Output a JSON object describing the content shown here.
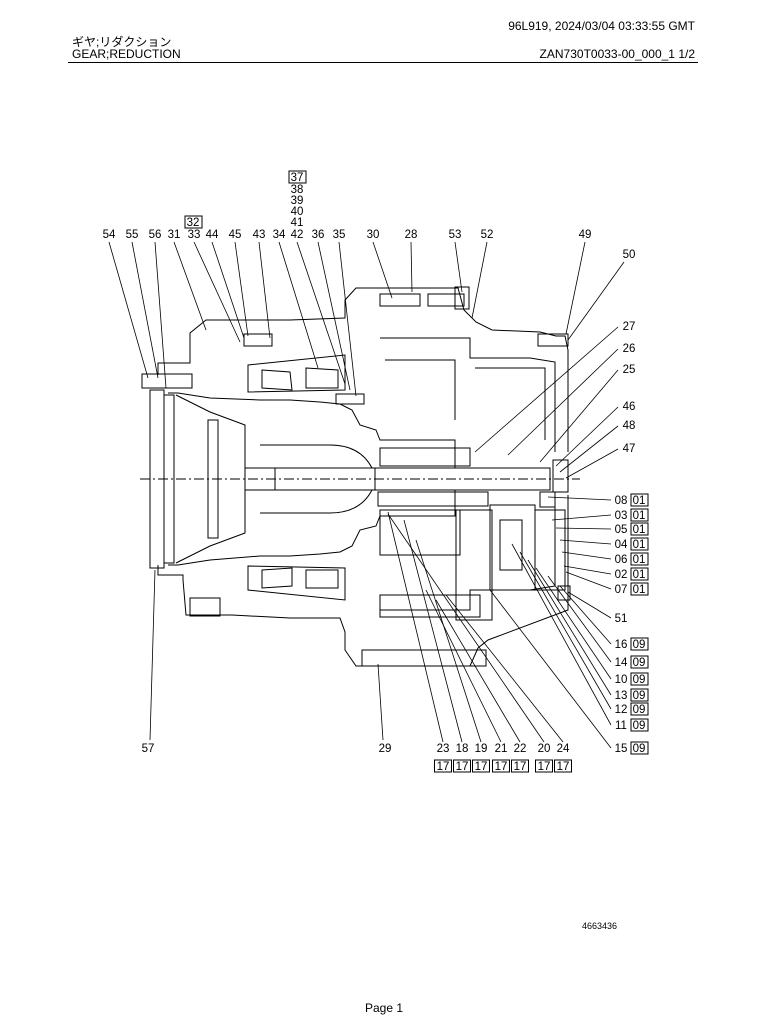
{
  "header": {
    "meta": "96L919, 2024/03/04 03:33:55 GMT",
    "title_jp": "ギヤ;リダクション",
    "title_en": "GEAR;REDUCTION",
    "doc_id": "ZAN730T0033-00_000_1  1/2"
  },
  "stack_top": [
    "37",
    "38",
    "39",
    "40",
    "41"
  ],
  "boxed_32": "32",
  "top_row": [
    "54",
    "55",
    "56",
    "31",
    "33",
    "44",
    "45",
    "43",
    "34",
    "42",
    "36",
    "35",
    "30",
    "28",
    "53",
    "52",
    "49"
  ],
  "label_50": "50",
  "right_upper": [
    "27",
    "26",
    "25",
    "46",
    "48",
    "47"
  ],
  "right_pairs": [
    {
      "part": "08",
      "group": "01"
    },
    {
      "part": "03",
      "group": "01"
    },
    {
      "part": "05",
      "group": "01"
    },
    {
      "part": "04",
      "group": "01"
    },
    {
      "part": "06",
      "group": "01"
    },
    {
      "part": "02",
      "group": "01"
    },
    {
      "part": "07",
      "group": "01"
    }
  ],
  "label_51": "51",
  "right_lower": [
    {
      "part": "16",
      "group": "09"
    },
    {
      "part": "14",
      "group": "09"
    },
    {
      "part": "10",
      "group": "09"
    },
    {
      "part": "13",
      "group": "09"
    },
    {
      "part": "12",
      "group": "09"
    },
    {
      "part": "11",
      "group": "09"
    }
  ],
  "bottom_left": [
    "57",
    "29"
  ],
  "bottom_group": [
    {
      "part": "23",
      "group": "17"
    },
    {
      "part": "18",
      "group": "17"
    },
    {
      "part": "19",
      "group": "17"
    },
    {
      "part": "21",
      "group": "17"
    },
    {
      "part": "22",
      "group": "17"
    },
    {
      "part": "20",
      "group": "17"
    },
    {
      "part": "24",
      "group": "17"
    }
  ],
  "label_15": {
    "part": "15",
    "group": "09"
  },
  "drawing_number": "4663436",
  "footer": "Page 1"
}
